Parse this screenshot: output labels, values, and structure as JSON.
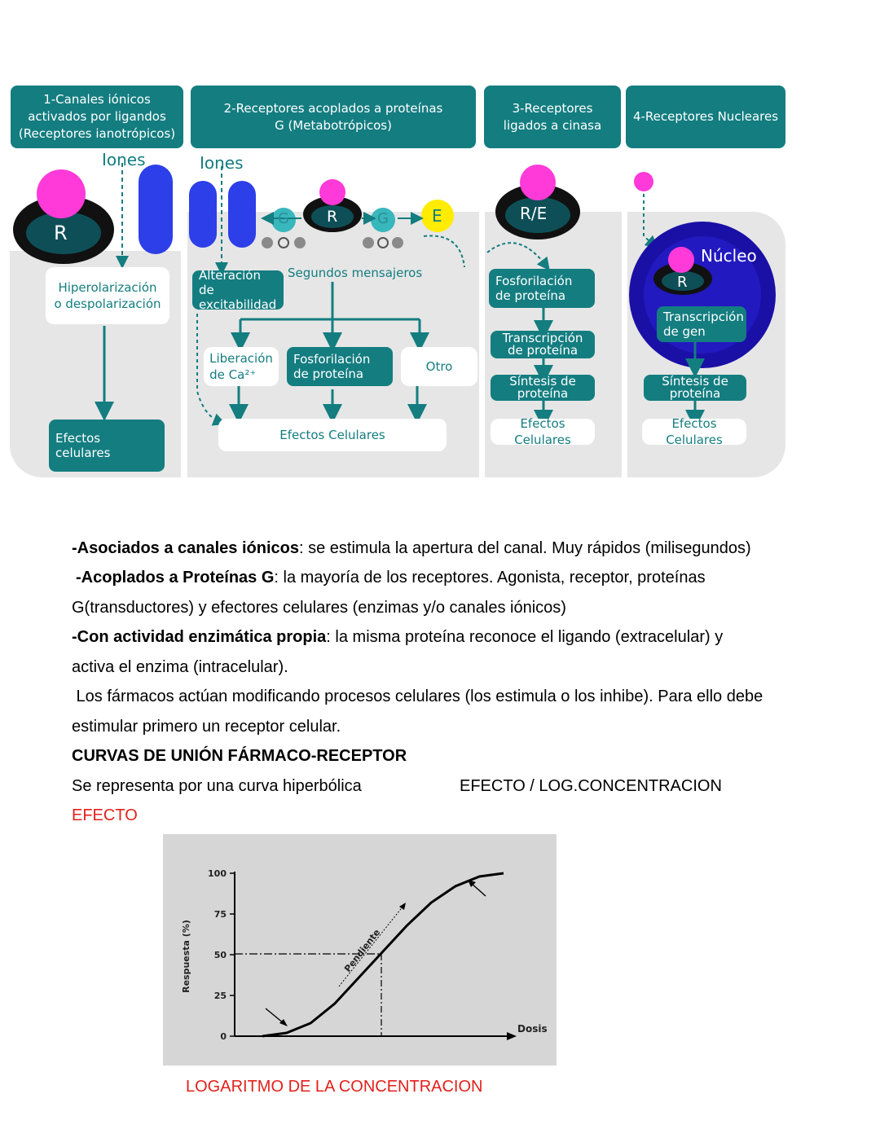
{
  "diagram": {
    "headers": [
      "1-Canales iónicos activados por ligandos (Receptores ianotrópicos)",
      "2-Receptores acoplados a proteínas G (Metabotrópicos)",
      "3-Receptores ligados a cinasa",
      "4-Receptores Nucleares"
    ],
    "col1": {
      "ions_label": "Iones",
      "receptor_label": "R",
      "box1": "Hiperolarización o despolarización",
      "effects": "Efectos celulares"
    },
    "col2": {
      "ions_label": "Iones",
      "receptor_label": "R",
      "g_label": "G",
      "e_label": "E",
      "second_messengers": "Segundos mensajeros",
      "alteration": "Alteración de excitabilidad",
      "calcium": "Liberación de Ca²⁺",
      "phospho": "Fosforilación de proteína",
      "other": "Otro",
      "effects": "Efectos Celulares"
    },
    "col3": {
      "receptor_label": "R/E",
      "phospho": "Fosforilación de proteína",
      "transcription": "Transcripción de proteína",
      "synthesis": "Síntesis de proteína",
      "effects": "Efectos Celulares"
    },
    "col4": {
      "nucleus": "Núcleo",
      "receptor_label": "R",
      "transcription": "Transcripción de gen",
      "synthesis": "Síntesis de proteína",
      "effects": "Efectos Celulares"
    }
  },
  "text": {
    "p1_bold": "-Asociados a canales iónicos",
    "p1_rest": ": se estimula la apertura del canal. Muy rápidos (milisegundos)",
    "p2_bold": "-Acoplados a Proteínas G",
    "p2_rest": ": la mayoría de los receptores. Agonista, receptor, proteínas",
    "p2_line2": "G(transductores) y efectores celulares (enzimas y/o canales iónicos)",
    "p3_bold": "-Con actividad enzimática propia",
    "p3_rest": ": la misma proteína reconoce el ligando (extracelular) y",
    "p3_line2": "activa el enzima (intracelular).",
    "p4_line1": " Los fármacos actúan modificando procesos celulares (los estimula o los inhibe). Para ello debe",
    "p4_line2": "estimular primero un receptor celular.",
    "heading": "CURVAS DE UNIÓN FÁRMACO-RECEPTOR",
    "curve_left": "Se representa por una curva hiperbólica",
    "curve_right": "EFECTO / LOG.CONCENTRACION",
    "efecto_label": "EFECTO",
    "log_label": "LOGARITMO DE LA CONCENTRACION"
  },
  "chart_data": {
    "type": "line",
    "ylabel": "Respuesta (%)",
    "xlabel": "Dosis",
    "ylim": [
      0,
      100
    ],
    "yticks": [
      "0",
      "25",
      "50",
      "75",
      "100"
    ],
    "annotation": "Pendiente",
    "series": [
      {
        "x": [
          0,
          0.1,
          0.2,
          0.3,
          0.4,
          0.5,
          0.6,
          0.7,
          0.8,
          0.9,
          1.0
        ],
        "values": [
          0,
          2,
          8,
          20,
          36,
          52,
          68,
          82,
          92,
          98,
          100
        ]
      }
    ]
  }
}
